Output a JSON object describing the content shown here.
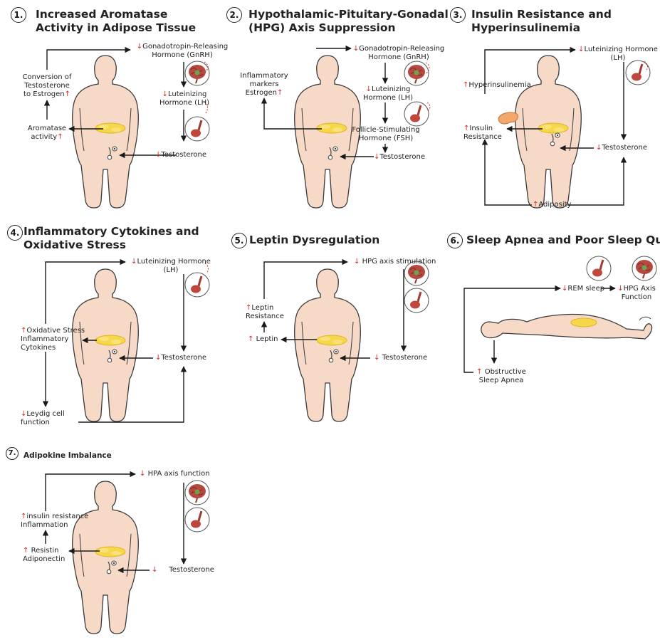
{
  "panels": [
    {
      "number": "1.",
      "title": "Increased Aromatase\nActivity in Adipose Tissue",
      "labels": {
        "gnrh": "Gonadotropin-Releasing\nHormone (GnRH)",
        "conversion": "Conversion of\nTestosterone\nto Estrogen",
        "lh": "Luteinizing\nHormone (LH)",
        "aromatase": "Aromatase\nactivity",
        "testosterone": "Testosterone"
      }
    },
    {
      "number": "2.",
      "title": "Hypothalamic-Pituitary-Gonadal\n(HPG) Axis Suppression",
      "labels": {
        "gnrh": "Gonadotropin-Releasing\nHormone (GnRH)",
        "inflammatory": "Inflammatory\nmarkers\nEstrogen",
        "lh": "Luteinizing\nHormone (LH)",
        "fsh": "Follicle-Stimulating\nHormone (FSH)",
        "testosterone": "Testosterone"
      }
    },
    {
      "number": "3.",
      "title": "Insulin Resistance and\nHyperinsulinemia",
      "labels": {
        "lh": "Luteinizing Hormone\n(LH)",
        "hyperinsulinemia": "Hyperinsulinemia",
        "insulin_resistance": "Insulin\nResistance",
        "testosterone": "Testosterone",
        "adiposity": "Adiposity"
      }
    },
    {
      "number": "4.",
      "title": "Inflammatory Cytokines and\nOxidative Stress",
      "labels": {
        "lh": "Luteinizing Hormone\n(LH)",
        "oxidative": "Oxidative Stress\nInflammatory\nCytokines",
        "testosterone": "Testosterone",
        "leydig": "Leydig cell\nfunction"
      }
    },
    {
      "number": "5.",
      "title": "Leptin Dysregulation",
      "labels": {
        "hpg": "HPG axis stimulation",
        "leptin_resistance": "Leptin\nResistance",
        "leptin": "Leptin",
        "testosterone": "Testosterone"
      }
    },
    {
      "number": "6.",
      "title": "Sleep Apnea and Poor Sleep Quality",
      "labels": {
        "rem": "REM sleep",
        "hpg": "HPG Axis\nFunction",
        "apnea": "Obstructive\nSleep Apnea"
      }
    },
    {
      "number": "7.",
      "title": "Adipokine Imbalance",
      "labels": {
        "hpa": "HPA axis function",
        "insulin": "insulin resistance\nInflammation",
        "resistin": "Resistin\nAdiponectin",
        "testosterone": "Testosterone"
      }
    }
  ],
  "symbols": {
    "up": "↑",
    "down": "↓"
  },
  "colors": {
    "arrow_red": "#d22525",
    "body_fill": "#f6d9c6",
    "fat": "#f7d74a",
    "frame_bg": "#f4f2ea"
  }
}
